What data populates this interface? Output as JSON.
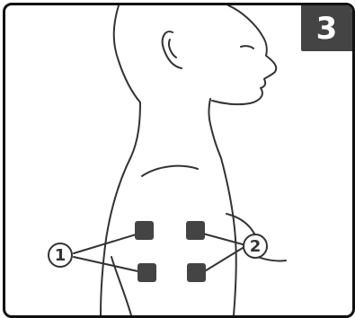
{
  "step": {
    "number": "3"
  },
  "callouts": [
    {
      "id": "callout-1",
      "label": "1"
    },
    {
      "id": "callout-2",
      "label": "2"
    }
  ],
  "pads": {
    "count": 4,
    "color": "#444444"
  },
  "colors": {
    "outline": "#333333",
    "frame": "#111111",
    "badge_bg": "#444444",
    "badge_text": "#ffffff"
  }
}
